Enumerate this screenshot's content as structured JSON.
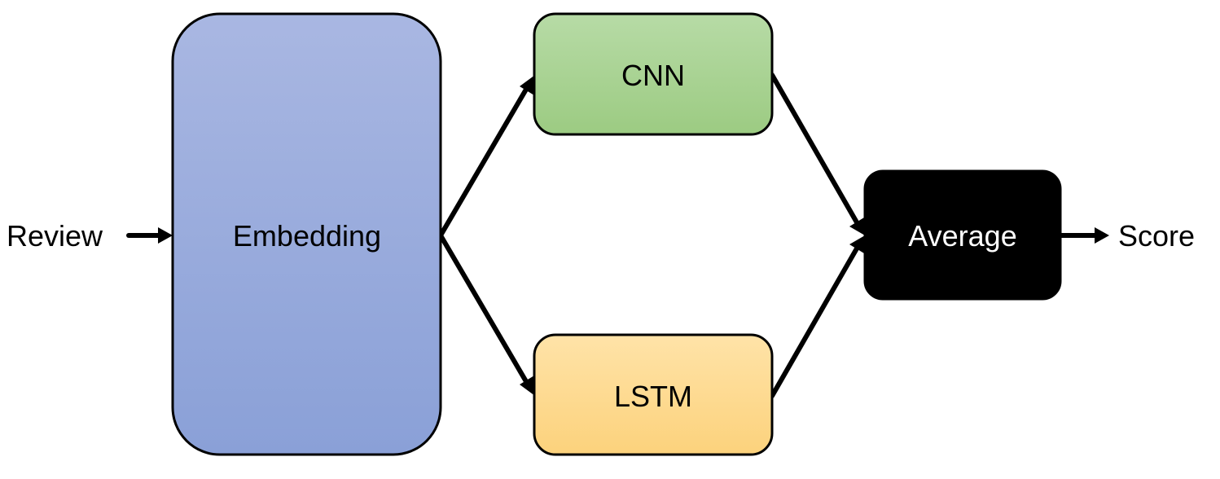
{
  "nodes": {
    "review": {
      "label": "Review"
    },
    "embedding": {
      "label": "Embedding",
      "fill_top": "#a9b7e2",
      "fill_bottom": "#8aa0d7"
    },
    "cnn": {
      "label": "CNN",
      "fill_top": "#b7dba6",
      "fill_bottom": "#9ccb82"
    },
    "lstm": {
      "label": "LSTM",
      "fill_top": "#ffe3a8",
      "fill_bottom": "#fcd27c"
    },
    "average": {
      "label": "Average",
      "fill": "#000000",
      "text_color": "#ffffff"
    },
    "score": {
      "label": "Score"
    }
  },
  "edges": [
    {
      "from": "review",
      "to": "embedding"
    },
    {
      "from": "embedding",
      "to": "cnn"
    },
    {
      "from": "embedding",
      "to": "lstm"
    },
    {
      "from": "cnn",
      "to": "average"
    },
    {
      "from": "lstm",
      "to": "average"
    },
    {
      "from": "average",
      "to": "score"
    }
  ]
}
